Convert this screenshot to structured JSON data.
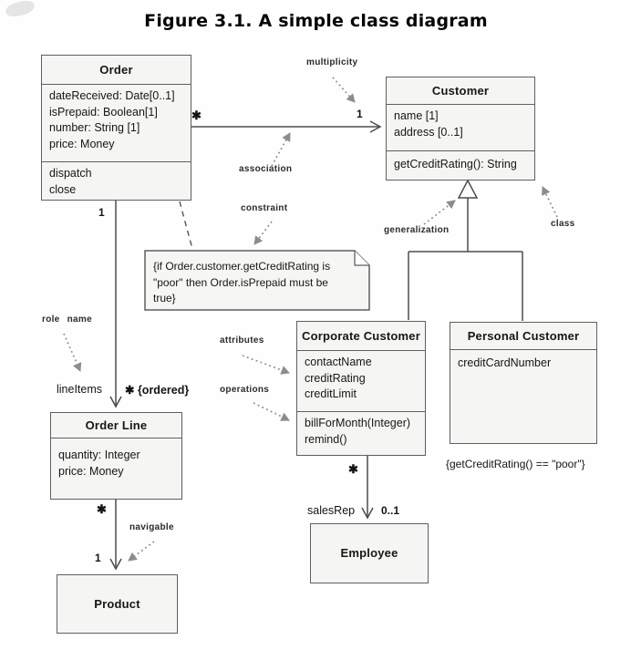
{
  "figure_title": "Figure 3.1. A simple class diagram",
  "classes": {
    "order": {
      "name": "Order",
      "attributes": [
        "dateReceived: Date[0..1]",
        "isPrepaid: Boolean[1]",
        "number: String [1]",
        "price: Money"
      ],
      "operations": [
        "dispatch",
        "close"
      ]
    },
    "customer": {
      "name": "Customer",
      "attributes": [
        "name [1]",
        "address [0..1]"
      ],
      "operations": [
        "getCreditRating(): String"
      ]
    },
    "corporate_customer": {
      "name": "Corporate Customer",
      "attributes": [
        "contactName",
        "creditRating",
        "creditLimit"
      ],
      "operations": [
        "billForMonth(Integer)",
        "remind()"
      ]
    },
    "personal_customer": {
      "name": "Personal Customer",
      "attributes": [
        "creditCardNumber"
      ]
    },
    "order_line": {
      "name": "Order Line",
      "attributes": [
        "quantity: Integer",
        "price: Money"
      ]
    },
    "product": {
      "name": "Product"
    },
    "employee": {
      "name": "Employee"
    }
  },
  "note": {
    "line1": "{if Order.customer.getCreditRating is",
    "line2": "\"poor\" then Order.isPrepaid must be",
    "line3": "true}"
  },
  "annotations": {
    "multiplicity": "multiplicity",
    "association": "association",
    "constraint": "constraint",
    "class_label": "class",
    "generalization": "generalization",
    "role_name": "role name",
    "attributes": "attributes",
    "operations": "operations",
    "navigable": "navigable"
  },
  "edge_labels": {
    "order_customer_source_mult": "✱",
    "order_customer_target_mult": "1",
    "order_orderline_source_mult": "1",
    "order_orderline_role": "lineItems",
    "order_orderline_target_mult": "✱ {ordered}",
    "orderline_product_source_mult": "✱",
    "orderline_product_target_mult": "1",
    "corporate_employee_source_mult": "✱",
    "corporate_employee_role": "salesRep",
    "corporate_employee_target_mult": "0..1"
  },
  "constraints": {
    "personal_customer": "{getCreditRating() == \"poor\"}"
  },
  "colors": {
    "box_fill": "#f5f5f4",
    "box_border": "#5f5f5f",
    "line": "#4d4d4d",
    "annotation_arrow": "#8c8c8c"
  }
}
